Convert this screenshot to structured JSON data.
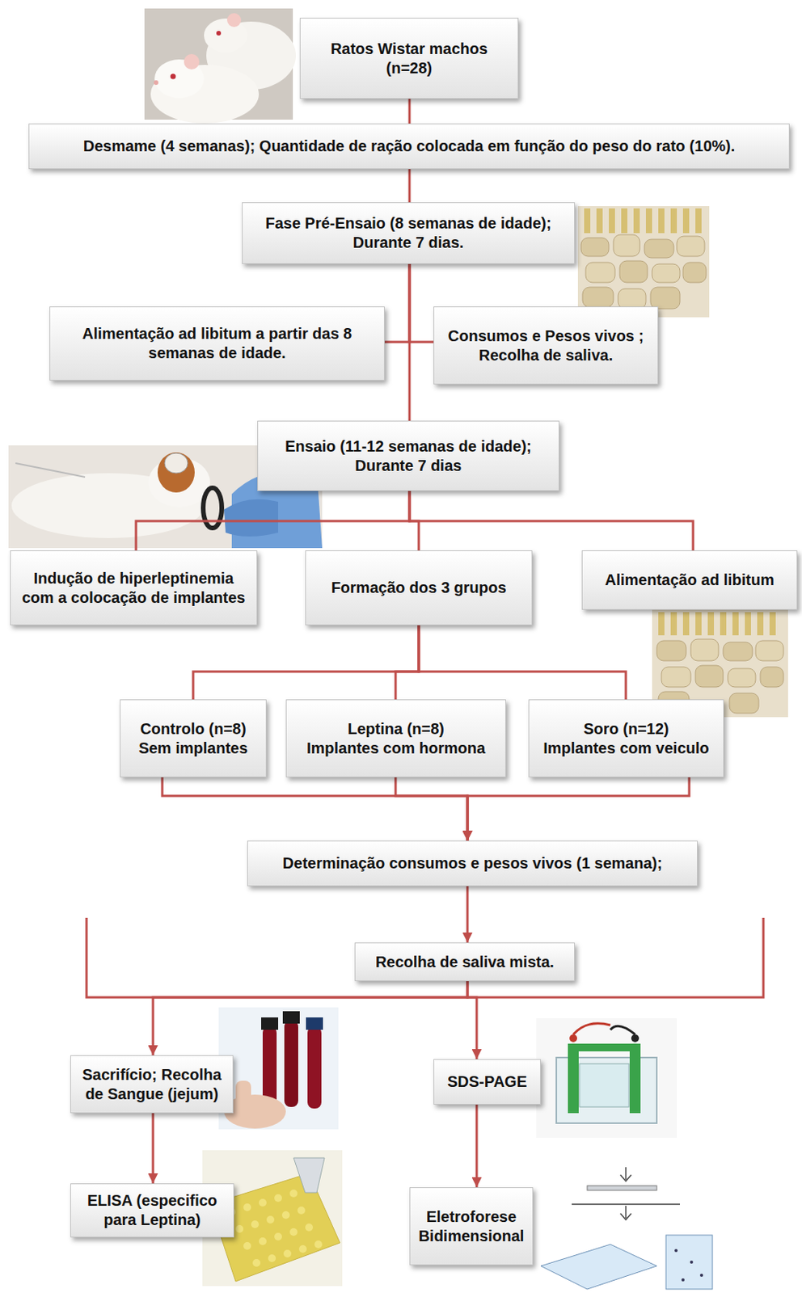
{
  "diagram": {
    "nodes": [
      {
        "text": [
          "Ratos Wistar machos",
          "(n=28)"
        ]
      },
      {
        "text": [
          "Desmame (4 semanas); Quantidade de ração colocada em função do peso do rato (10%)."
        ]
      },
      {
        "text": [
          "Fase Pré-Ensaio (8 semanas de idade);",
          "Durante 7 dias."
        ]
      },
      {
        "text": [
          "Alimentação ad libitum a partir das 8 semanas de idade."
        ]
      },
      {
        "text": [
          "Consumos e Pesos vivos ;",
          "Recolha de saliva."
        ]
      },
      {
        "text": [
          "Ensaio (11-12 semanas de idade);",
          "Durante 7 dias"
        ]
      },
      {
        "text": [
          "Indução de hiperleptinemia com a colocação de implantes"
        ]
      },
      {
        "text": [
          "Formação dos 3 grupos"
        ]
      },
      {
        "text": [
          "Alimentação ad libitum"
        ]
      },
      {
        "text": [
          "Controlo (n=8)",
          "Sem implantes"
        ]
      },
      {
        "text": [
          "Leptina (n=8)",
          "Implantes com hormona"
        ]
      },
      {
        "text": [
          "Soro (n=12)",
          "Implantes com veiculo"
        ]
      },
      {
        "text": [
          "Determinação consumos e pesos vivos (1 semana);"
        ]
      },
      {
        "text": [
          "Recolha de saliva mista."
        ]
      },
      {
        "text": [
          "Sacrifício; Recolha de Sangue (jejum)"
        ]
      },
      {
        "text": [
          "ELISA (especifico para Leptina)"
        ]
      },
      {
        "text": [
          "SDS-PAGE"
        ]
      },
      {
        "text": [
          "Eletroforese Bidimensional"
        ]
      }
    ],
    "edges": [
      {
        "from": 0,
        "to": 1,
        "arrow": "none"
      },
      {
        "from": 1,
        "to": 2,
        "arrow": "none"
      },
      {
        "from": 2,
        "to": 3,
        "arrow": "none"
      },
      {
        "from": 2,
        "to": 4,
        "arrow": "none"
      },
      {
        "from": 2,
        "to": 5,
        "arrow": "none"
      },
      {
        "from": 5,
        "to": 6,
        "arrow": "none"
      },
      {
        "from": 5,
        "to": 7,
        "arrow": "none"
      },
      {
        "from": 5,
        "to": 8,
        "arrow": "none"
      },
      {
        "from": 7,
        "to": 9,
        "arrow": "none"
      },
      {
        "from": 7,
        "to": 10,
        "arrow": "none"
      },
      {
        "from": 7,
        "to": 11,
        "arrow": "none"
      },
      {
        "from": 9,
        "to": 12,
        "arrow": "to"
      },
      {
        "from": 10,
        "to": 12,
        "arrow": "to"
      },
      {
        "from": 11,
        "to": 12,
        "arrow": "to"
      },
      {
        "from": 12,
        "to": 13,
        "arrow": "to"
      },
      {
        "from": 13,
        "to": 14,
        "arrow": "to"
      },
      {
        "from": 13,
        "to": 16,
        "arrow": "to"
      },
      {
        "from": 14,
        "to": 15,
        "arrow": "to"
      },
      {
        "from": 16,
        "to": 17,
        "arrow": "to"
      }
    ]
  }
}
